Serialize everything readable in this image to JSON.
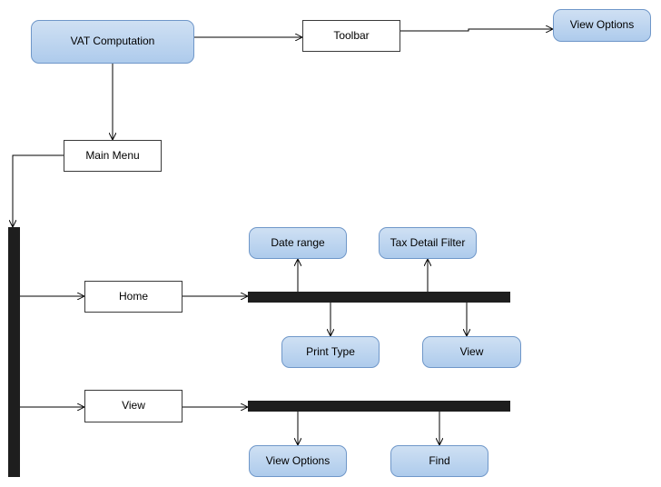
{
  "nodes": {
    "vat_computation": "VAT Computation",
    "toolbar": "Toolbar",
    "view_options_top": "View Options",
    "main_menu": "Main Menu",
    "home": "Home",
    "view_menu": "View",
    "date_range": "Date range",
    "tax_detail_filter": "Tax Detail Filter",
    "print_type": "Print Type",
    "view_sub": "View",
    "view_options_bottom": "View Options",
    "find": "Find"
  },
  "colors": {
    "rounded_fill_top": "#cfe0f3",
    "rounded_fill_bottom": "#aecbec",
    "rounded_border": "#6f97c9",
    "bar": "#1e1e1e",
    "connector": "#000000"
  }
}
